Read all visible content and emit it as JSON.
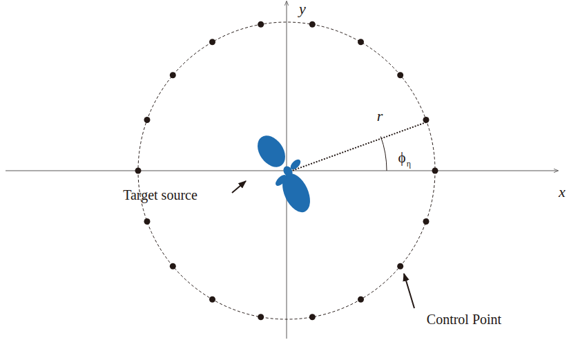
{
  "diagram": {
    "labels": [
      "y",
      "x",
      "r",
      "ϕ",
      "η",
      "Target source",
      "Control Point"
    ]
  }
}
